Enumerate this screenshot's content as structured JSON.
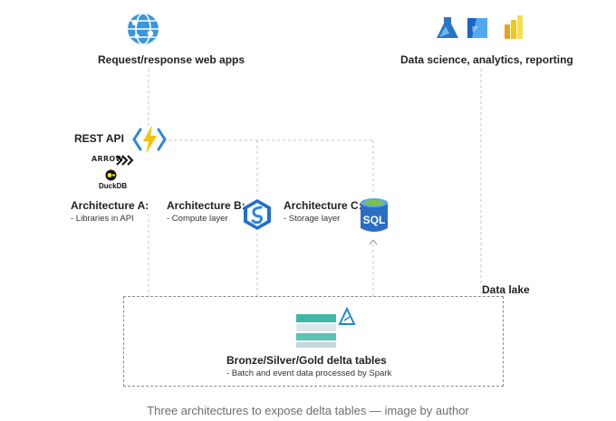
{
  "top": {
    "webapps_label": "Request/response web apps",
    "analytics_label": "Data science, analytics, reporting"
  },
  "api": {
    "label": "REST API",
    "arrow_logo": "ARROW",
    "duckdb_logo": "DuckDB"
  },
  "architectures": [
    {
      "title": "Architecture A:",
      "detail": "- Libraries in API"
    },
    {
      "title": "Architecture B:",
      "detail": "- Compute layer"
    },
    {
      "title": "Architecture C:",
      "detail": "- Storage layer"
    }
  ],
  "storage": {
    "sql_label": "SQL",
    "datalake_label": "Data lake",
    "tables_title": "Bronze/Silver/Gold delta tables",
    "tables_detail": "- Batch and event data processed by Spark"
  },
  "caption": "Three architectures to expose delta tables — image by author",
  "icons": {
    "web": "globe-web-app-icon",
    "analytics": [
      "azure-ml-icon",
      "synapse-icon",
      "power-bi-icon"
    ],
    "api": "azure-functions-icon",
    "compute": "synapse-spark-icon",
    "storage": "sql-database-icon",
    "lake": "delta-lake-icon"
  },
  "colors": {
    "azure_blue": "#0078d4",
    "functions_yellow": "#f4c20d",
    "line_gray": "#b5b5b5"
  }
}
